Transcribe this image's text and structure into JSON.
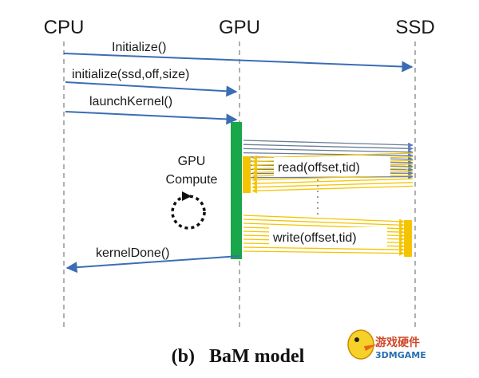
{
  "lanes": {
    "cpu": "CPU",
    "gpu": "GPU",
    "ssd": "SSD"
  },
  "messages": {
    "initialize_ssd": "Initialize()",
    "initialize_gpu": "initialize(ssd,off,size)",
    "launch_kernel": "launchKernel()",
    "kernel_done": "kernelDone()"
  },
  "gpu_compute": {
    "line1": "GPU",
    "line2": "Compute"
  },
  "io": {
    "read": "read(offset,tid)",
    "write": "write(offset,tid)"
  },
  "caption": "(b)   BaM model",
  "watermark": {
    "text": "游戏硬件",
    "sub": "3DMGAME"
  },
  "colors": {
    "arrow_blue": "#3b6db4",
    "gpu_bar": "#1aa64a",
    "io_yellow": "#f5c400",
    "lane_grey": "#b0b0b0"
  }
}
